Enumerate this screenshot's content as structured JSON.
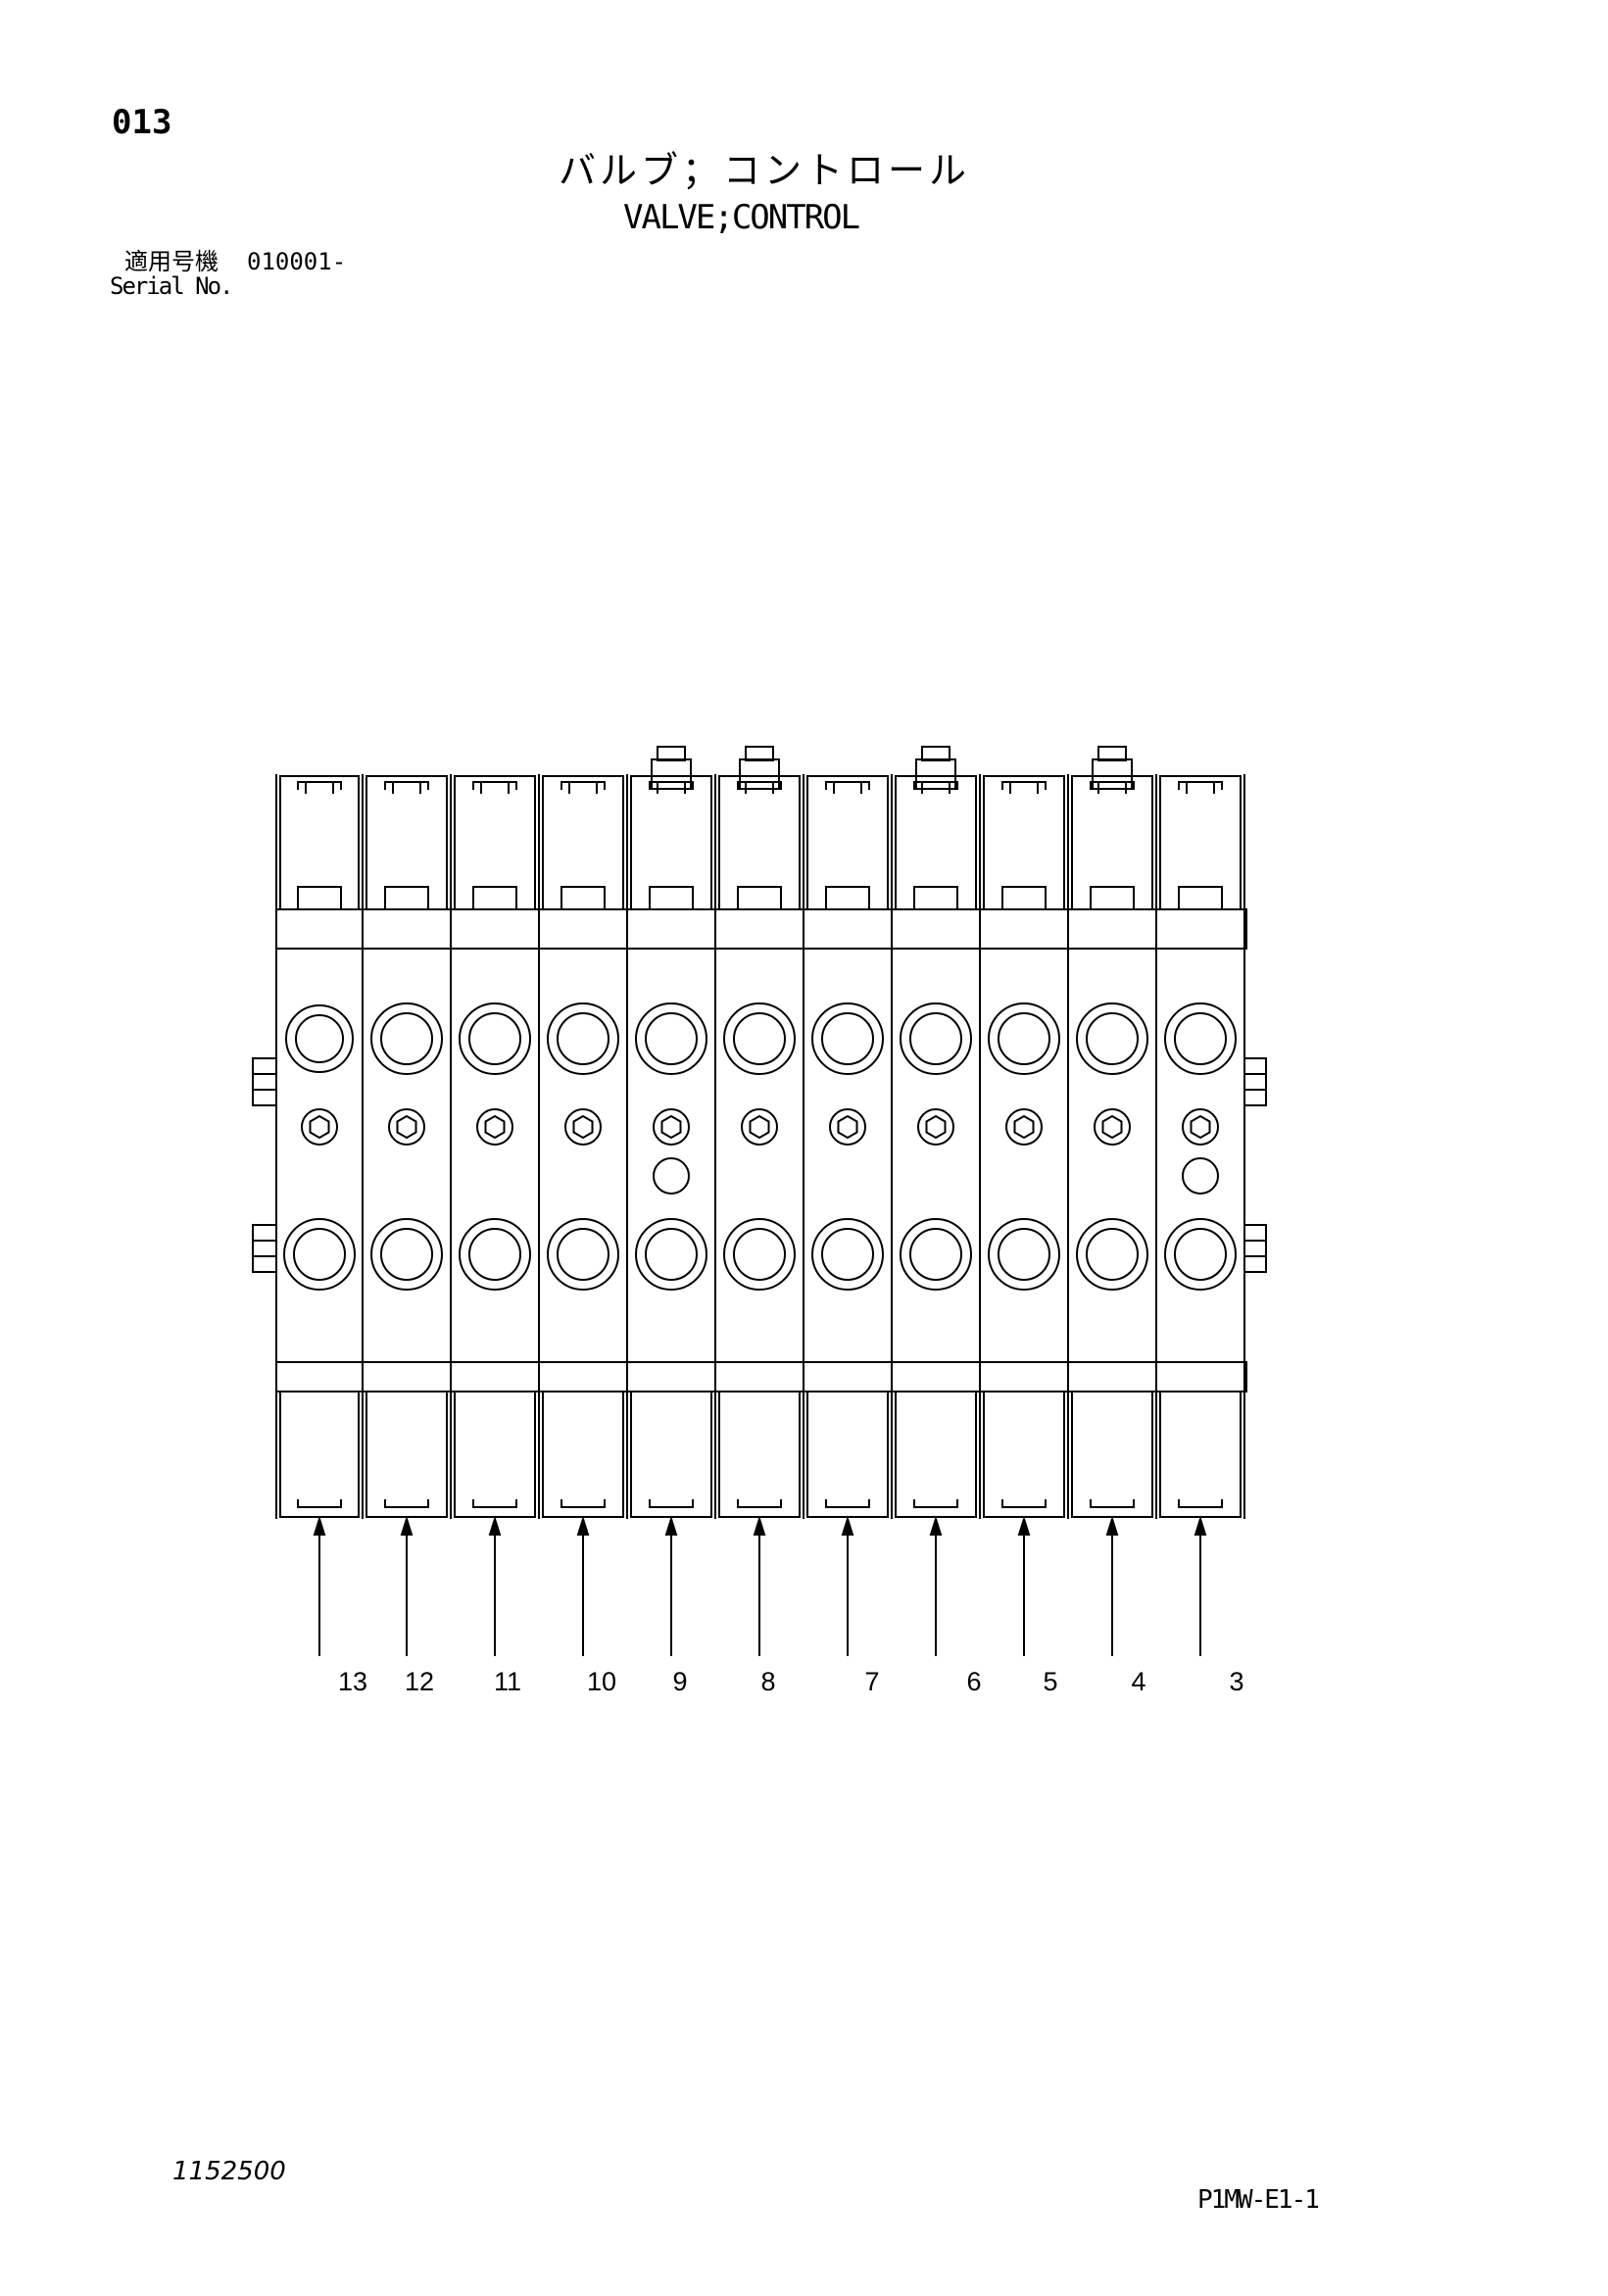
{
  "header": {
    "page_number": "013",
    "title_jp": "バルブ；コントロール",
    "title_en": "VALVE;CONTROL",
    "serial_label_jp": "適用号機",
    "serial_value": "010001-",
    "serial_label_en": "Serial No."
  },
  "callouts": [
    "13",
    "12",
    "11",
    "10",
    "9",
    "8",
    "7",
    "6",
    "5",
    "4",
    "3"
  ],
  "footer": {
    "document_number": "1152500",
    "page_code": "P1MW-E1-1"
  }
}
